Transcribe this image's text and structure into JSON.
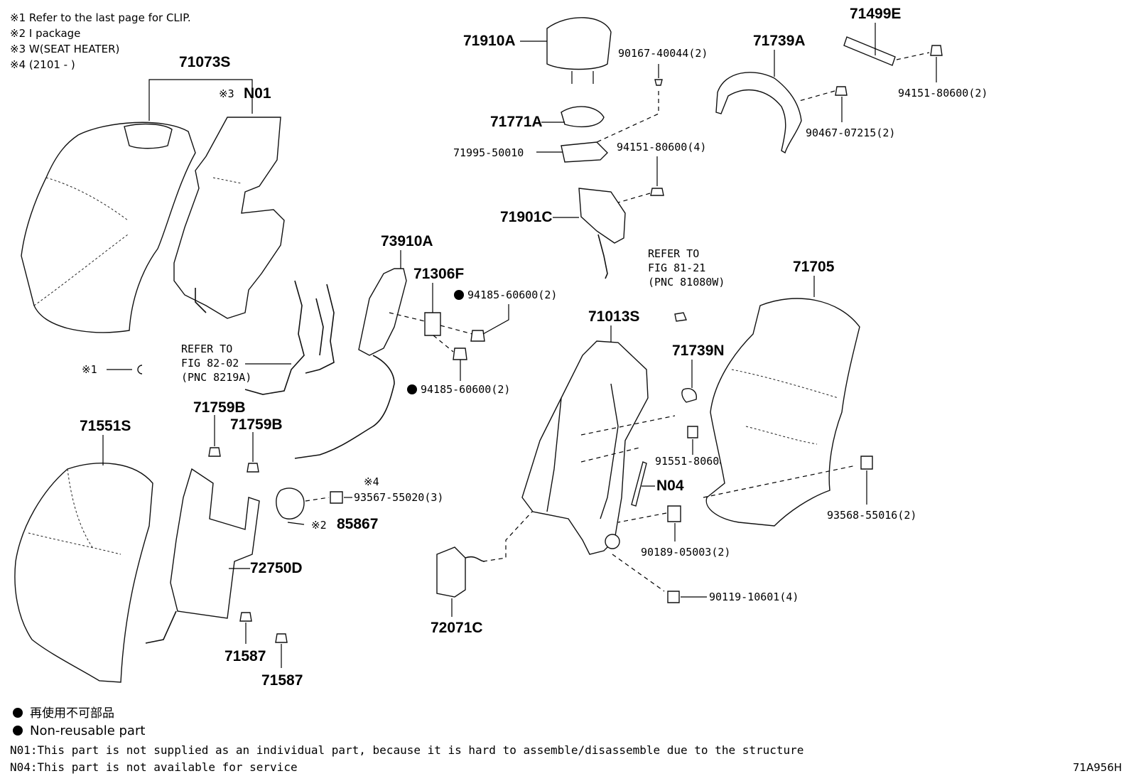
{
  "notes": [
    "※1  Refer to the last page for CLIP.",
    "※2  I package",
    "※3  W(SEAT HEATER)",
    "※4  (2101 -     )"
  ],
  "labels": {
    "p71073S": "71073S",
    "n01": "N01",
    "mark3": "※3",
    "mark1": "※1",
    "mark2": "※2",
    "mark4": "※4",
    "p71910A": "71910A",
    "p90167": "90167-40044(2)",
    "p71771A": "71771A",
    "p71995": "71995-50010",
    "p94151_4": "94151-80600(4)",
    "p71901C": "71901C",
    "p71739A": "71739A",
    "p71499E": "71499E",
    "p94151_2": "94151-80600(2)",
    "p90467": "90467-07215(2)",
    "p73910A": "73910A",
    "p71306F": "71306F",
    "p94185a": "94185-60600(2)",
    "p94185b": "94185-60600(2)",
    "refer82_1": "REFER TO",
    "refer82_2": "FIG 82-02",
    "refer82_3": "(PNC 8219A)",
    "refer81_1": "REFER TO",
    "refer81_2": "FIG 81-21",
    "refer81_3": "(PNC 81080W)",
    "p71705": "71705",
    "p71013S": "71013S",
    "p71739N": "71739N",
    "p91551": "91551-80608",
    "n04": "N04",
    "p93568": "93568-55016(2)",
    "p90189": "90189-05003(2)",
    "p90119": "90119-10601(4)",
    "p72071C": "72071C",
    "p71551S": "71551S",
    "p71759B_a": "71759B",
    "p71759B_b": "71759B",
    "p93567": "93567-55020(3)",
    "p85867": "85867",
    "p72750D": "72750D",
    "p71587_a": "71587",
    "p71587_b": "71587"
  },
  "legend": {
    "jp": "再使用不可部品",
    "en": "Non-reusable part"
  },
  "footnotes": {
    "n01": "N01:This part is not supplied as an individual part, because it is hard to assemble/disassemble due to the structure",
    "n04": "N04:This part is not available for service"
  },
  "figure_code": "71A956H",
  "icons": [
    "non-reusable-dot"
  ]
}
